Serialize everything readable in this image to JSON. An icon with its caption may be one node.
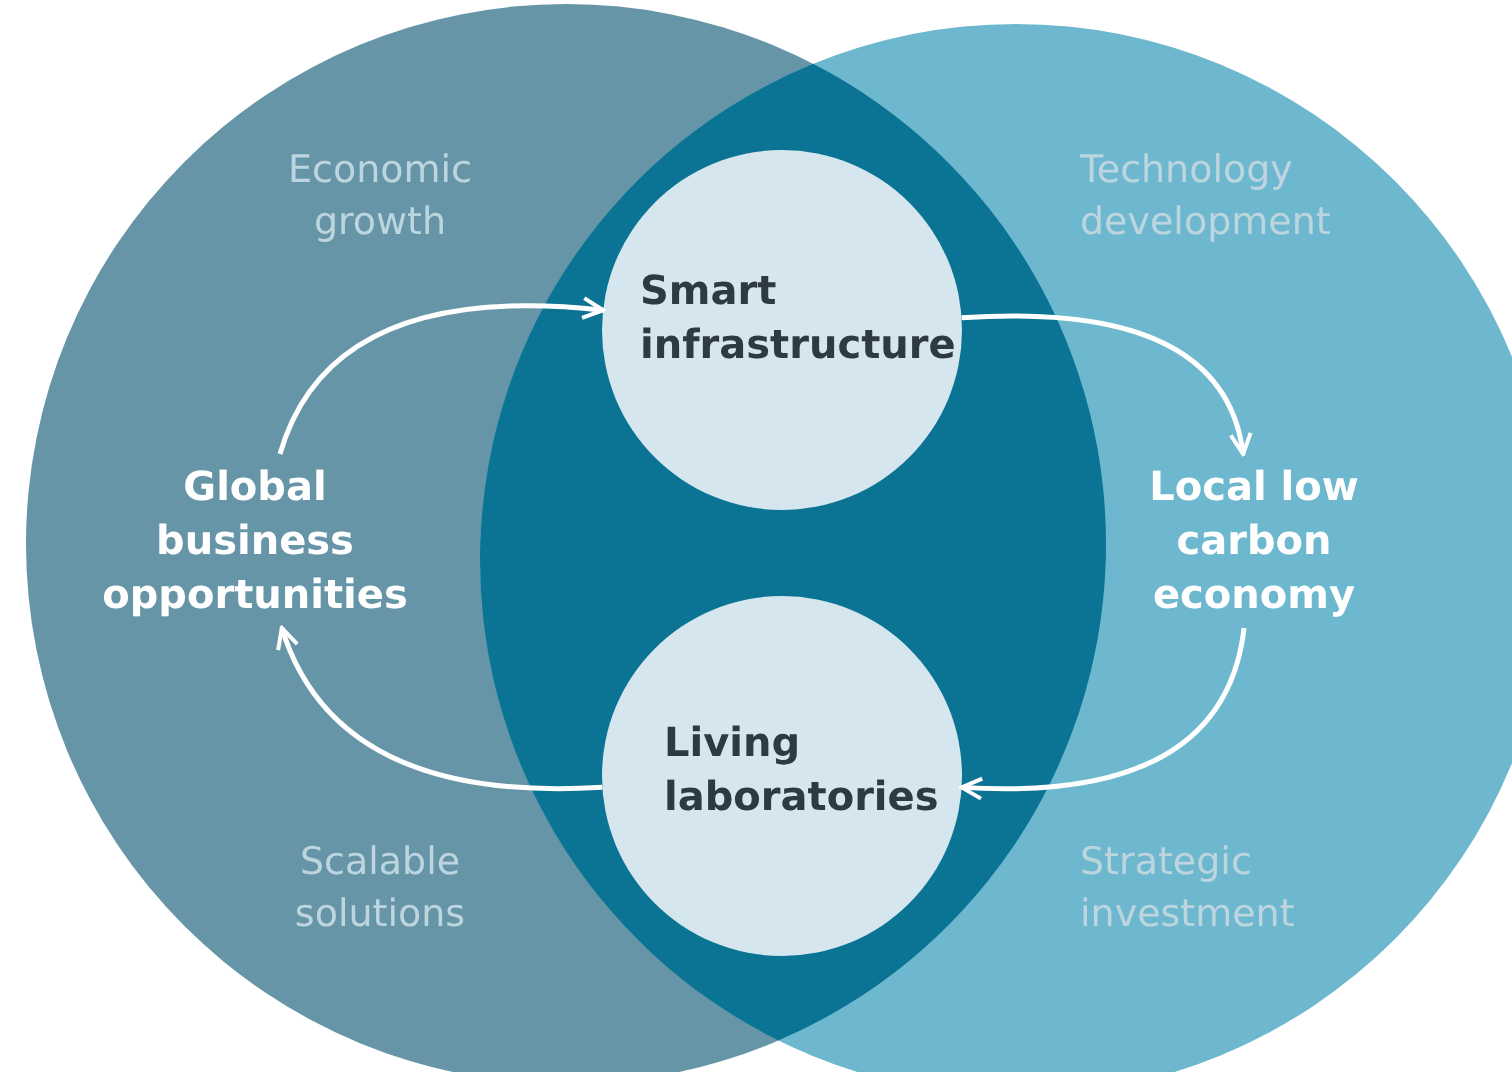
{
  "diagram": {
    "nodes": [
      {
        "text": [
          "Global business opportunities"
        ]
      },
      {
        "text": [
          "Local low carbon economy"
        ]
      },
      {
        "text": [
          "Smart infrastructure"
        ]
      },
      {
        "text": [
          "Living laboratories"
        ]
      }
    ],
    "edges": [
      {
        "from": 0,
        "to": 2,
        "arrow": "to"
      },
      {
        "from": 2,
        "to": 1,
        "arrow": "to"
      },
      {
        "from": 1,
        "to": 3,
        "arrow": "to"
      },
      {
        "from": 3,
        "to": 0,
        "arrow": "to"
      }
    ],
    "labels": [
      "Economic growth",
      "Technology development",
      "Scalable solutions",
      "Strategic investment"
    ]
  }
}
